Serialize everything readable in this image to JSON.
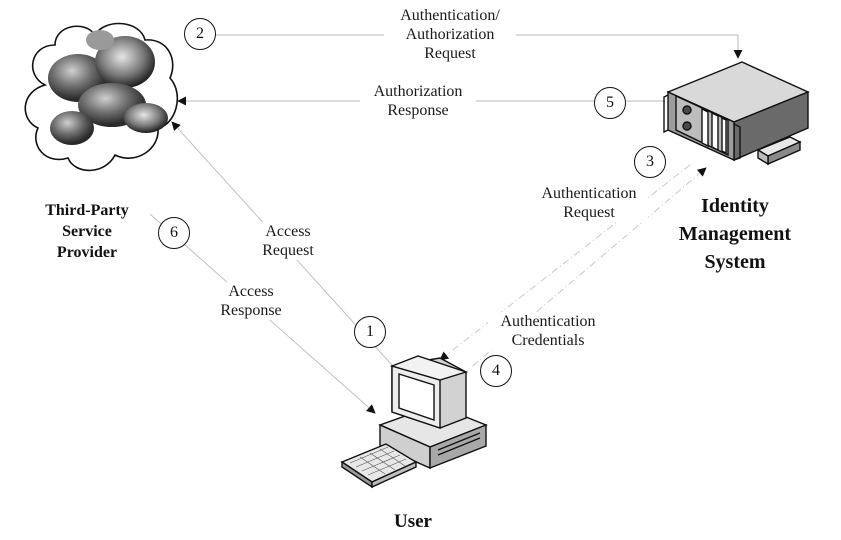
{
  "nodes": {
    "service_provider": {
      "lines": [
        "Third-Party",
        "Service",
        "Provider"
      ],
      "icon": "cloud-icon"
    },
    "identity_system": {
      "lines": [
        "Identity",
        "Management",
        "System"
      ],
      "icon": "server-icon"
    },
    "user": {
      "lines": [
        "User"
      ],
      "icon": "desktop-computer-icon"
    }
  },
  "steps": [
    {
      "number": "1",
      "label": [
        "Access",
        "Request"
      ]
    },
    {
      "number": "2",
      "label": [
        "Authentication/",
        "Authorization",
        "Request"
      ]
    },
    {
      "number": "3",
      "label": [
        "Authentication",
        "Request"
      ]
    },
    {
      "number": "4",
      "label": [
        "Authentication",
        "Credentials"
      ]
    },
    {
      "number": "5",
      "label": [
        "Authorization",
        "Response"
      ]
    },
    {
      "number": "6",
      "label": [
        "Access",
        "Response"
      ]
    }
  ]
}
